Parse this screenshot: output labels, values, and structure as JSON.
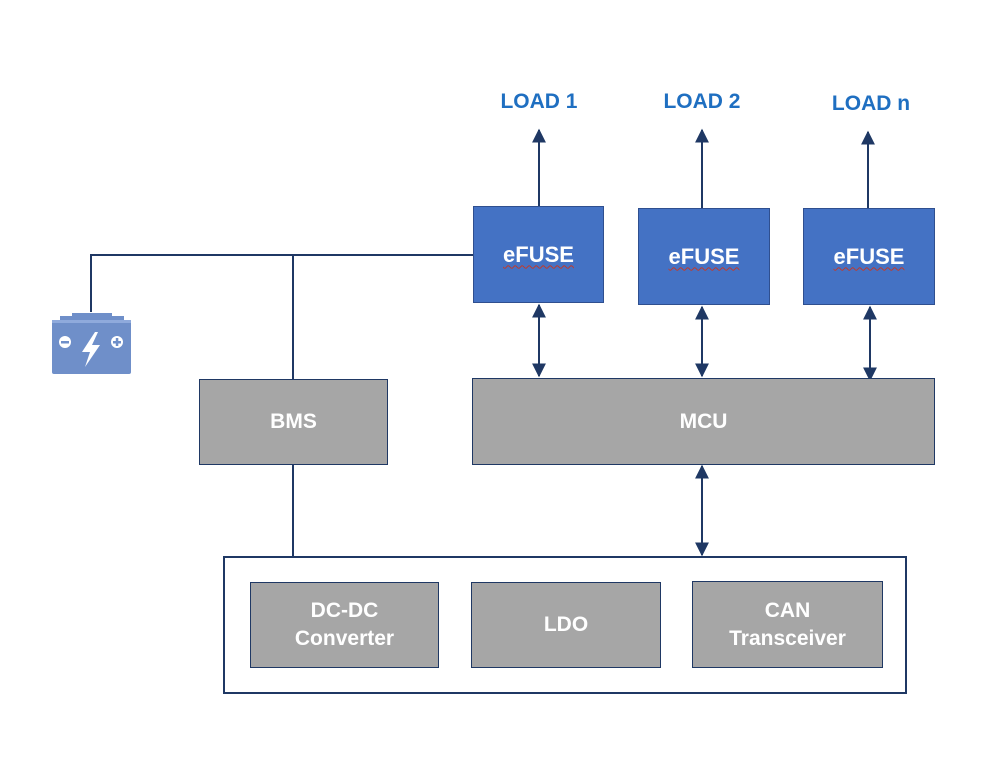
{
  "loads": [
    {
      "label": "LOAD 1"
    },
    {
      "label": "LOAD 2"
    },
    {
      "label": "LOAD n"
    }
  ],
  "efuses": [
    {
      "label": "eFUSE"
    },
    {
      "label": "eFUSE"
    },
    {
      "label": "eFUSE"
    }
  ],
  "bms": {
    "label": "BMS"
  },
  "mcu": {
    "label": "MCU"
  },
  "power_block": {
    "items": [
      {
        "line1": "DC-DC",
        "line2": "Converter"
      },
      {
        "line1": "LDO",
        "line2": ""
      },
      {
        "line1": "CAN",
        "line2": "Transceiver"
      }
    ]
  },
  "colors": {
    "efuse_fill": "#4472c4",
    "gray_fill": "#a6a6a6",
    "line": "#1f3864",
    "load_text": "#1f6fc1",
    "battery": "#6f8fc9"
  },
  "icons": {
    "battery": "battery-icon"
  }
}
